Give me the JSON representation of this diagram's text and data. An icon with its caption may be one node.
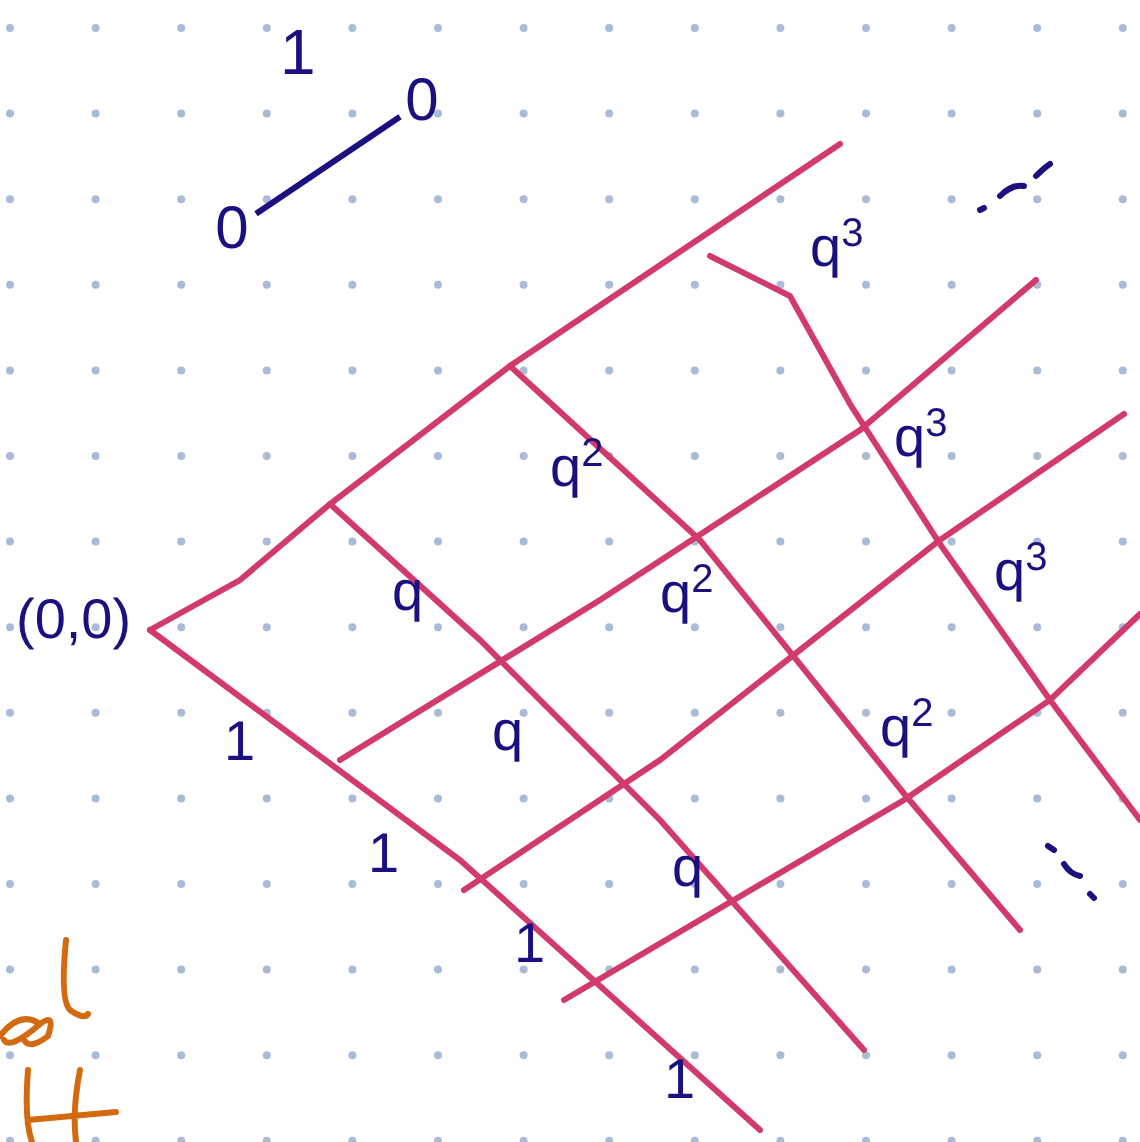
{
  "diagram": {
    "nodes": [
      {
        "text": [
          "0"
        ]
      },
      {
        "text": [
          "0"
        ]
      }
    ],
    "edges": [
      {
        "from": 0,
        "to": 1,
        "arrow": "none",
        "label": "1"
      }
    ],
    "labels": [
      "q$^{3}$",
      "q$^{2}$",
      "q$^{3}$",
      "(0,0)",
      "q",
      "q$^{2}$",
      "q$^{3}$",
      "1",
      "q",
      "q$^{2}$",
      "1",
      "q",
      "1",
      "1"
    ]
  }
}
